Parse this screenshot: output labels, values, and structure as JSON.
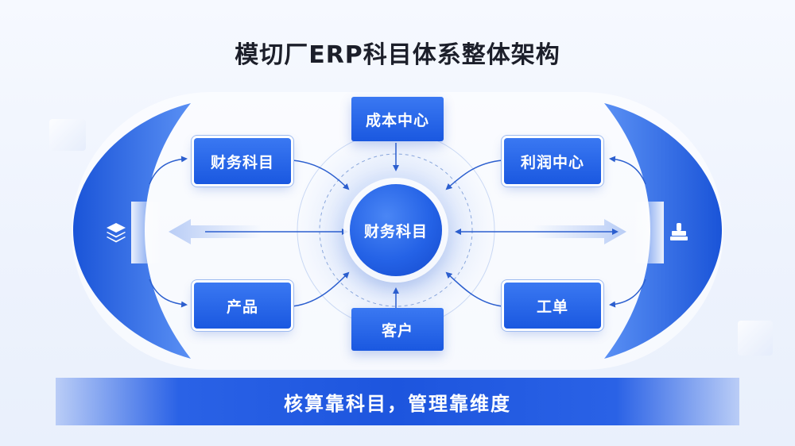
{
  "title": "模切厂ERP科目体系整体架构",
  "nodes": {
    "center": "财务科目",
    "top": "成本中心",
    "bottom": "客户",
    "left_top": "财务科目",
    "left_bottom": "产品",
    "right_top": "利润中心",
    "right_bottom": "工单"
  },
  "icons": {
    "left": "layers-icon",
    "right": "stamp-icon"
  },
  "banner": "核算靠科目，管理靠维度",
  "colors": {
    "primary": "#1f5fe3",
    "primary_light": "#3a78f2",
    "arrow": "#2c5fcf",
    "background": "#f3f7fe"
  }
}
